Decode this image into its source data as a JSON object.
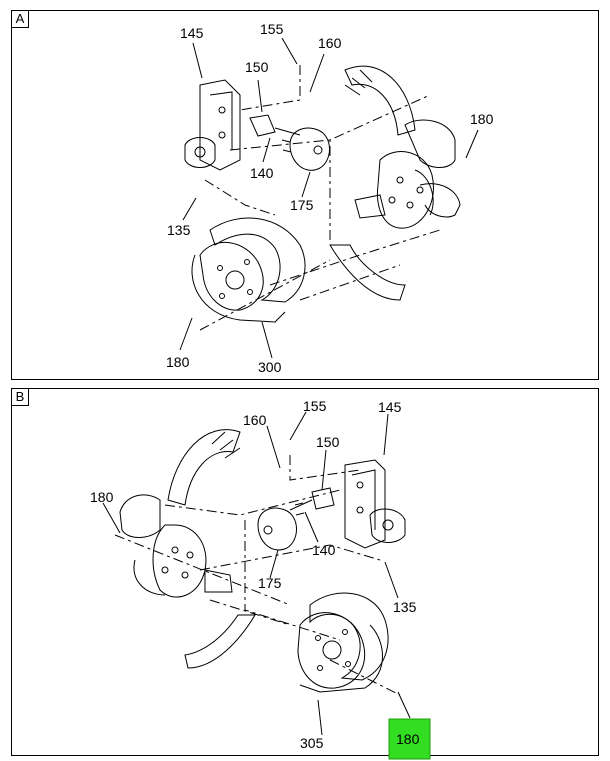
{
  "panels": [
    {
      "tag": "A",
      "callouts": [
        "145",
        "155",
        "160",
        "150",
        "140",
        "175",
        "180",
        "135",
        "180",
        "300"
      ]
    },
    {
      "tag": "B",
      "callouts": [
        "160",
        "155",
        "145",
        "150",
        "180",
        "140",
        "175",
        "135",
        "305",
        "180"
      ]
    }
  ],
  "highlight_color": "#33dd22"
}
